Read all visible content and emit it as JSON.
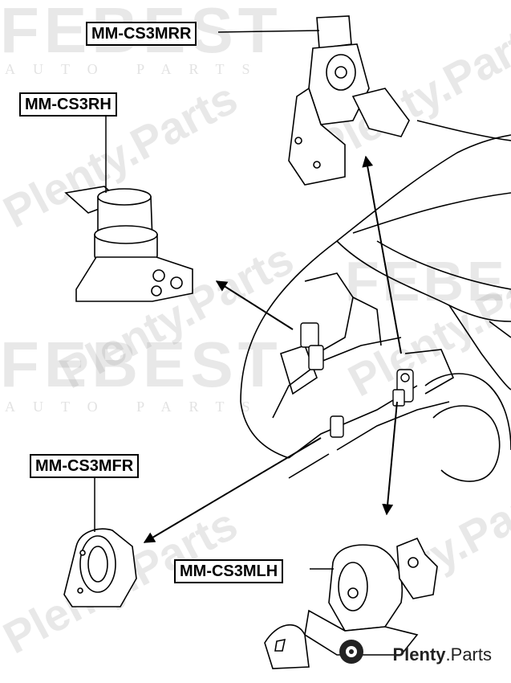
{
  "parts": {
    "rear": "MM-CS3MRR",
    "right": "MM-CS3RH",
    "front": "MM-CS3MFR",
    "left": "MM-CS3MLH"
  },
  "watermark": {
    "brand": "FEBEST",
    "sub": "AUTO PARTS",
    "site": "Plenty.Parts"
  },
  "logo": {
    "brand_bold": "Plenty",
    "brand_rest": ".Parts",
    "icon": "gear-disc-icon"
  },
  "colors": {
    "line": "#000000",
    "watermark": "#b4b4b4"
  }
}
